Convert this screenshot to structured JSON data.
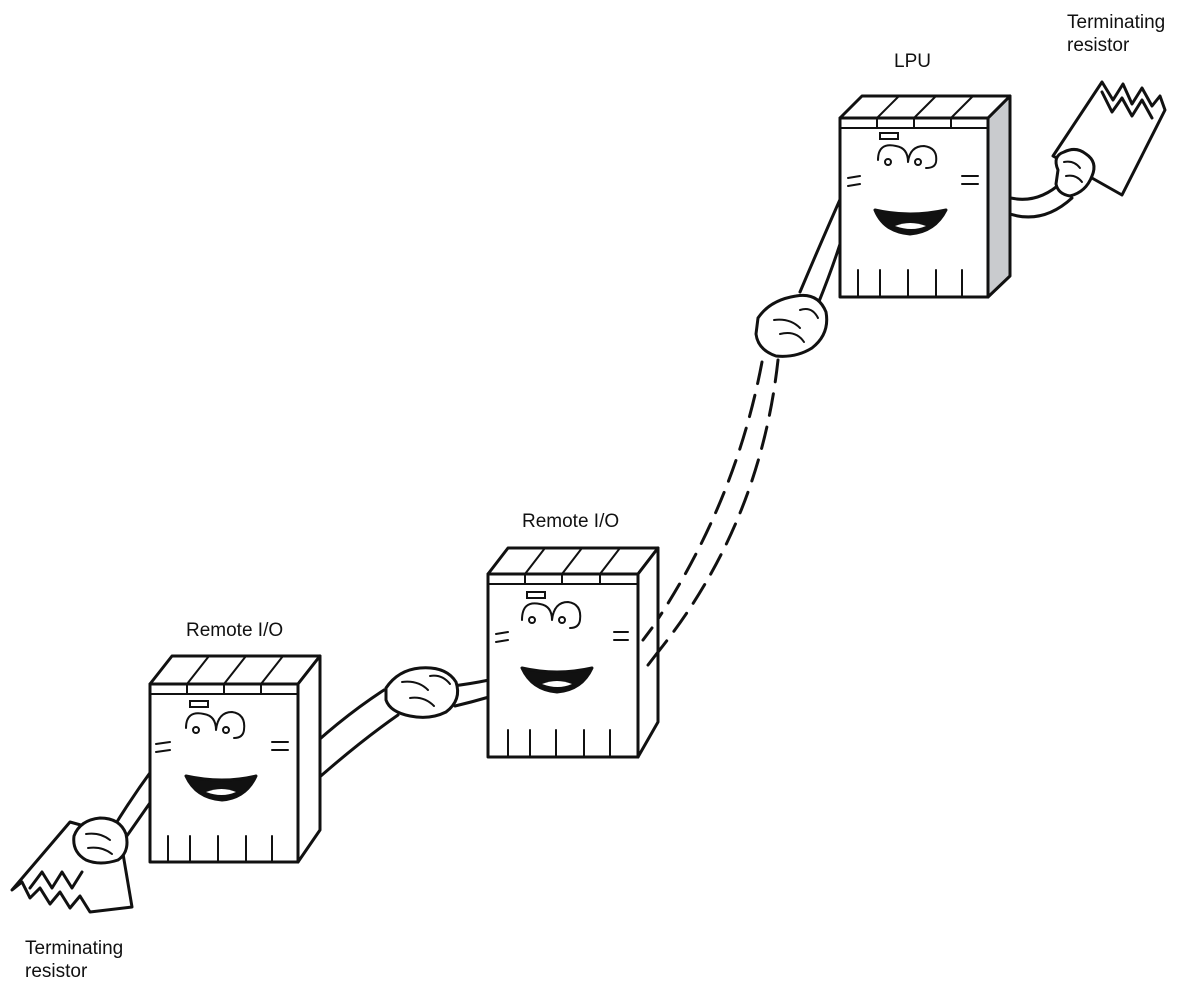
{
  "labels": {
    "lpu": "LPU",
    "remote_io_1": "Remote I/O",
    "remote_io_2": "Remote I/O",
    "terminator_top_line1": "Terminating",
    "terminator_top_line2": "resistor",
    "terminator_bottom_line1": "Terminating",
    "terminator_bottom_line2": "resistor"
  },
  "colors": {
    "line": "#111111",
    "lpu_side_shade": "#c9cbce",
    "background": "#ffffff"
  }
}
